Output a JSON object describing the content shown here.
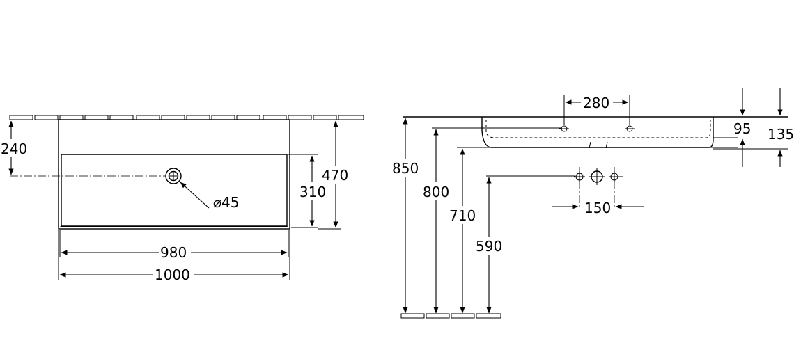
{
  "top_view": {
    "wall_thickness_offset": "240",
    "basin_depth": "310",
    "total_depth": "470",
    "drain_diameter": "⌀45",
    "basin_width": "980",
    "total_width": "1000"
  },
  "side_view": {
    "tap_hole_spacing": "280",
    "rim_height": "95",
    "bowl_height": "135",
    "tap_fitting_spacing": "150",
    "height_top": "850",
    "height_rim": "800",
    "height_bottom": "710",
    "height_supply": "590"
  }
}
